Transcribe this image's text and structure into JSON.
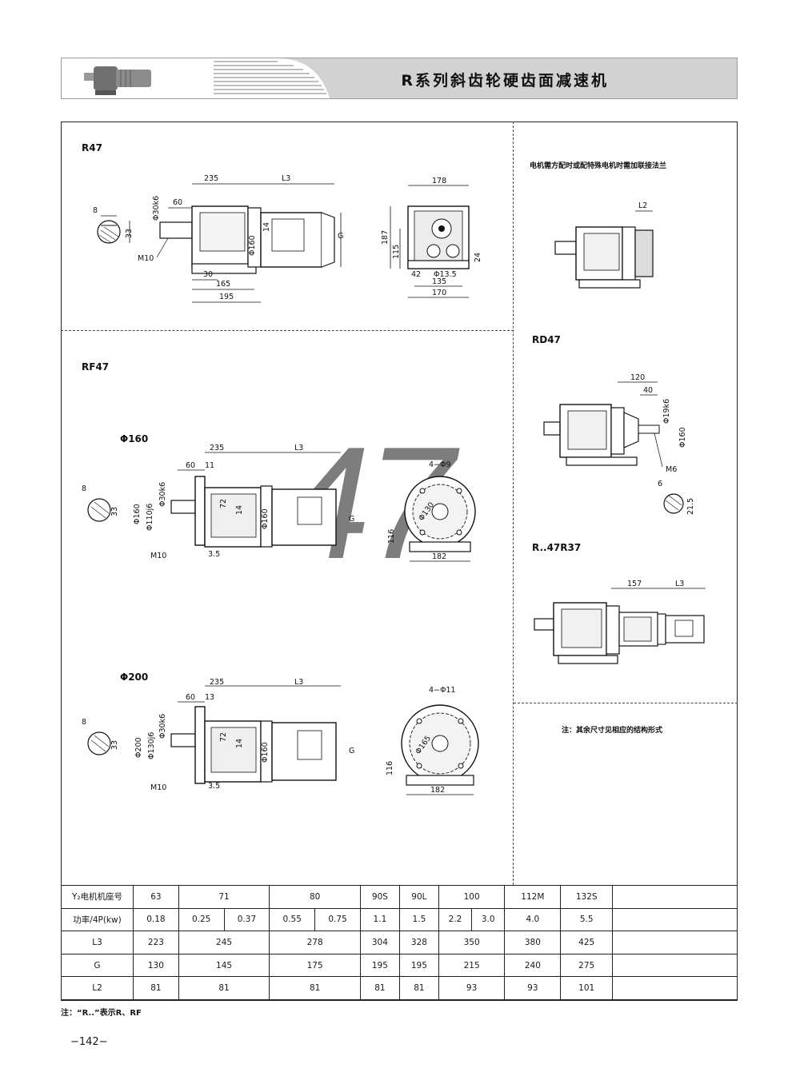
{
  "header": {
    "title": "R系列斜齿轮硬齿面减速机"
  },
  "watermark": "47",
  "sections": {
    "r47": {
      "label": "R47",
      "dims": {
        "d235": "235",
        "l3": "L3",
        "d60": "60",
        "d30k6": "Φ30k6",
        "d8": "8",
        "d33": "33",
        "m10": "M10",
        "d160": "Φ160",
        "d14": "14",
        "g": "G",
        "d30": "30",
        "d165": "165",
        "d195": "195"
      }
    },
    "r47_side": {
      "dims": {
        "d178": "178",
        "d187": "187",
        "d115": "115",
        "d42": "42",
        "d13_5": "Φ13.5",
        "d24": "24",
        "d135": "135",
        "d170": "170"
      }
    },
    "motor_note": {
      "text": "电机需方配时或配特殊电机时需加联接法兰",
      "dims": {
        "l2": "L2"
      }
    },
    "rf47": {
      "label": "RF47",
      "sub160": {
        "label": "Φ160",
        "dims": {
          "d235": "235",
          "l3": "L3",
          "d60": "60",
          "d11": "11",
          "d8": "8",
          "d33": "33",
          "d160": "Φ160",
          "d110j6": "Φ110j6",
          "d30k6": "Φ30k6",
          "d72": "72",
          "d14": "14",
          "dm160": "Φ160",
          "m10": "M10",
          "d3_5": "3.5",
          "g": "G",
          "holes": "4−Φ9",
          "d130": "Φ130",
          "d116": "116",
          "d182": "182"
        }
      },
      "sub200": {
        "label": "Φ200",
        "dims": {
          "d235": "235",
          "l3": "L3",
          "d60": "60",
          "d13": "13",
          "d8": "8",
          "d33": "33",
          "d200": "Φ200",
          "d130j6": "Φ130j6",
          "d30k6": "Φ30k6",
          "d72": "72",
          "d14": "14",
          "dm160": "Φ160",
          "m10": "M10",
          "d3_5": "3.5",
          "g": "G",
          "holes": "4−Φ11",
          "d165": "Φ165",
          "d116": "116",
          "d182": "182"
        }
      }
    },
    "rd47": {
      "label": "RD47",
      "dims": {
        "d120": "120",
        "d40": "40",
        "d19k6": "Φ19k6",
        "d160": "Φ160",
        "m6": "M6",
        "d6": "6",
        "d21_5": "21.5"
      }
    },
    "r47r37": {
      "label": "R..47R37",
      "dims": {
        "d157": "157",
        "l3": "L3"
      }
    },
    "other_note": "注：其余尺寸见相应的结构形式"
  },
  "table": {
    "rows": [
      {
        "head": "Y₂电机机座号",
        "cells": [
          [
            "63"
          ],
          [
            "71"
          ],
          [
            "80"
          ],
          [
            "90S"
          ],
          [
            "90L"
          ],
          [
            "100"
          ],
          [
            "112M"
          ],
          [
            "132S"
          ]
        ]
      },
      {
        "head": "功率/4P(kw)",
        "cells": [
          [
            "0.18"
          ],
          [
            "0.25",
            "0.37"
          ],
          [
            "0.55",
            "0.75"
          ],
          [
            "1.1"
          ],
          [
            "1.5"
          ],
          [
            "2.2",
            "3.0"
          ],
          [
            "4.0"
          ],
          [
            "5.5"
          ]
        ]
      },
      {
        "head": "L3",
        "cells": [
          [
            "223"
          ],
          [
            "245"
          ],
          [
            "278"
          ],
          [
            "304"
          ],
          [
            "328"
          ],
          [
            "350"
          ],
          [
            "380"
          ],
          [
            "425"
          ]
        ]
      },
      {
        "head": "G",
        "cells": [
          [
            "130"
          ],
          [
            "145"
          ],
          [
            "175"
          ],
          [
            "195"
          ],
          [
            "195"
          ],
          [
            "215"
          ],
          [
            "240"
          ],
          [
            "275"
          ]
        ]
      },
      {
        "head": "L2",
        "cells": [
          [
            "81"
          ],
          [
            "81"
          ],
          [
            "81"
          ],
          [
            "81"
          ],
          [
            "81"
          ],
          [
            "93"
          ],
          [
            "93"
          ],
          [
            "101"
          ]
        ]
      }
    ]
  },
  "footnote": "注：“R..”表示R、RF",
  "page_number": "−142−"
}
